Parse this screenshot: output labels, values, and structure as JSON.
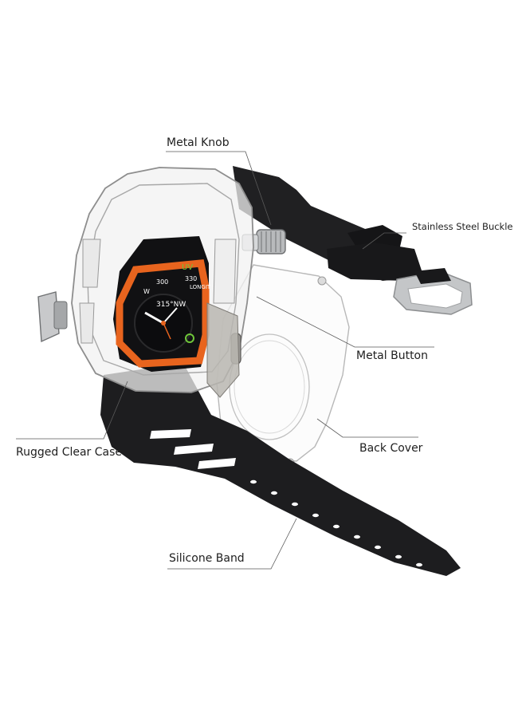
{
  "labels": {
    "metal_knob": "Metal Knob",
    "buckle": "Stainless Steel Buckle",
    "metal_button": "Metal Button",
    "back_cover": "Back Cover",
    "case": "Rugged Clear Case",
    "band": "Silicone Band"
  },
  "watch_face": {
    "uv": "UV",
    "heading": "315°NW",
    "compass_ticks": [
      "330",
      "300",
      "W"
    ],
    "bezel_text": "LONGIT"
  },
  "colors": {
    "background": "#ffffff",
    "band": "#1f1f21",
    "accent_orange": "#e8641e",
    "case_outline": "#9a9a9a",
    "leader_line": "#5a5a5a",
    "watch_green": "#6fc63a"
  }
}
